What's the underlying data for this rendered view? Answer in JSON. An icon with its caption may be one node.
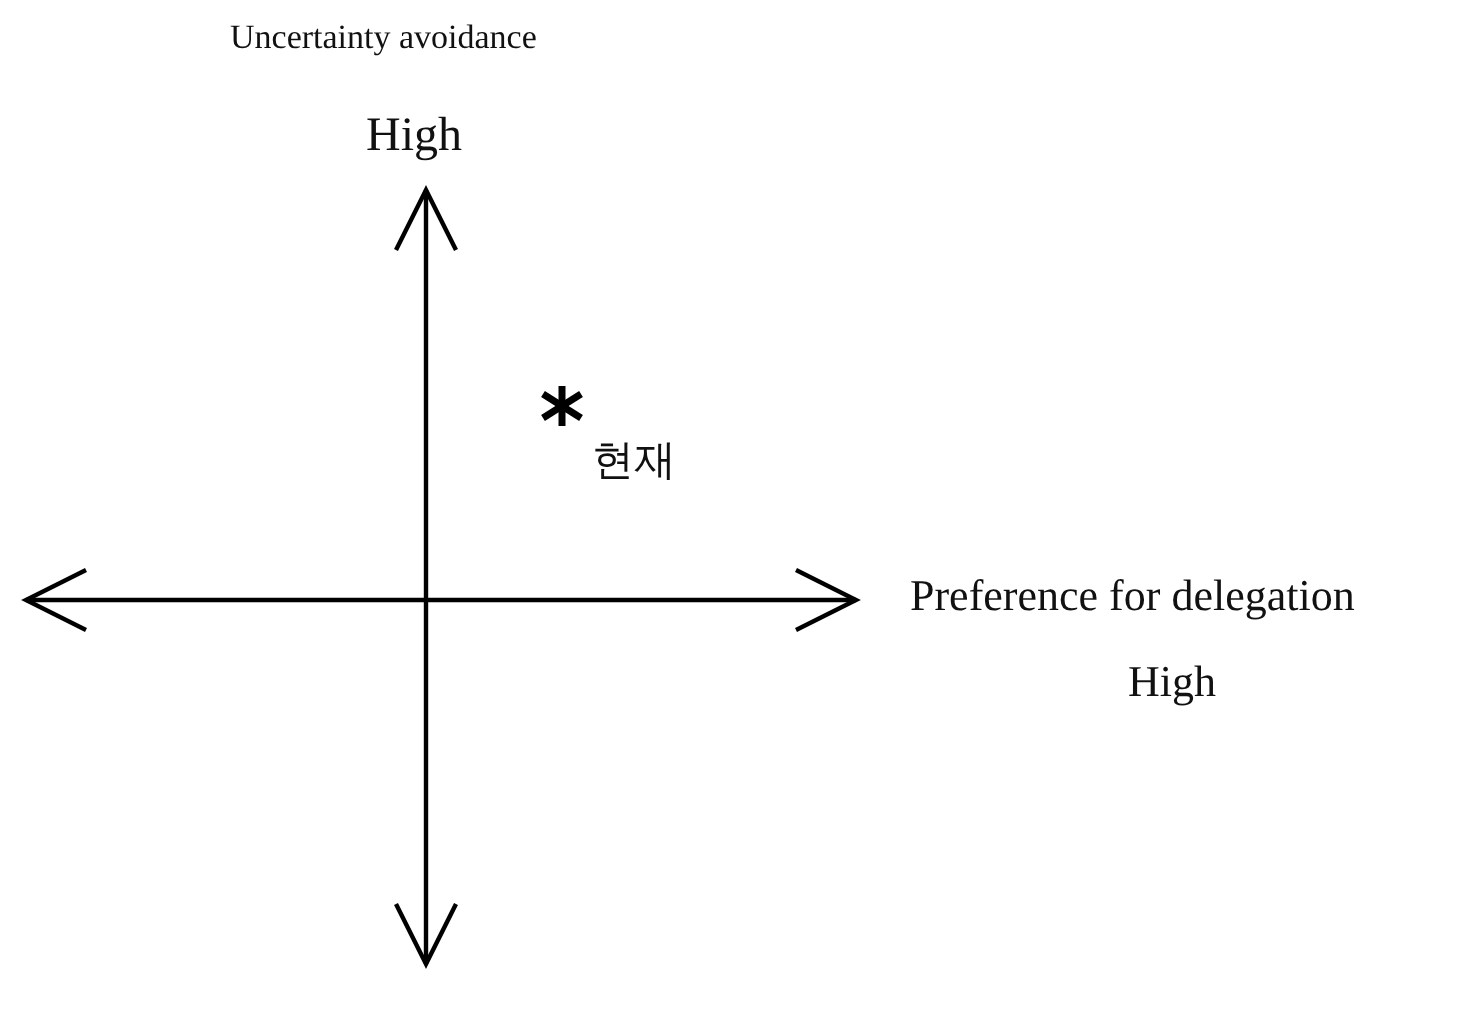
{
  "diagram": {
    "labels": [
      "Uncertainty avoidance",
      "High",
      "현재",
      "Preference for delegation",
      "High"
    ]
  }
}
